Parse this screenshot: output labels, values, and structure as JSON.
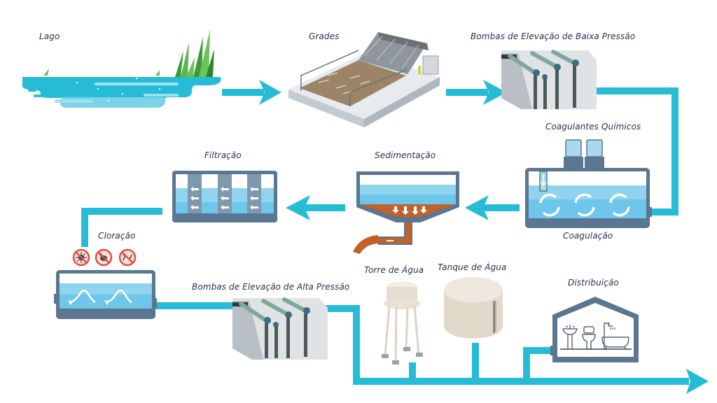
{
  "title": "Water treatment process",
  "colors": {
    "pipe": "#27bcd6",
    "tank_frame": "#5b7690",
    "water_light": "#8fd3ee",
    "water_mid": "#5fc0e6",
    "sludge": "#c0622a",
    "label": "#25324d",
    "forbidden": "#e0523c",
    "tower": "#ede4d9"
  },
  "stages": [
    {
      "id": "lake",
      "label": "Lago"
    },
    {
      "id": "screens",
      "label": "Grades"
    },
    {
      "id": "low_pressure_pumps",
      "label": "Bombas de Elevação de Baixa Pressão"
    },
    {
      "id": "chemical_coagulants",
      "label": "Coagulantes Químicos"
    },
    {
      "id": "coagulation",
      "label": "Coagulação"
    },
    {
      "id": "sedimentation",
      "label": "Sedimentação"
    },
    {
      "id": "filtration",
      "label": "Filtração"
    },
    {
      "id": "chlorination",
      "label": "Cloração"
    },
    {
      "id": "high_pressure_pumps",
      "label": "Bombas de Elevação de Alta Pressão"
    },
    {
      "id": "water_tower",
      "label": "Torre de Água"
    },
    {
      "id": "water_tank",
      "label": "Tanque de Água"
    },
    {
      "id": "distribution",
      "label": "Distribuição"
    }
  ],
  "chlorination_targets": [
    "virus-icon",
    "bacteria-icon",
    "parasite-icon"
  ],
  "distribution_fixtures": [
    "sink-icon",
    "toilet-icon",
    "bathtub-shower-icon"
  ]
}
